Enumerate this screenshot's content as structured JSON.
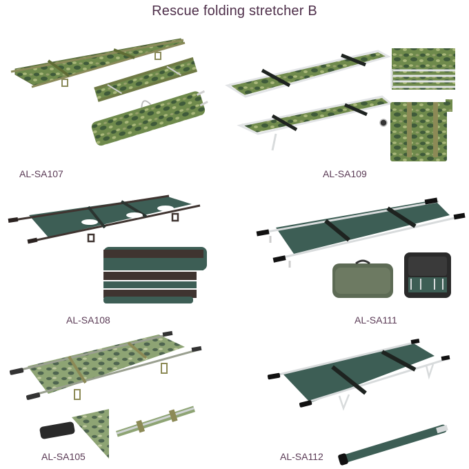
{
  "title": "Rescue folding stretcher  B",
  "products": [
    {
      "model": "AL-SA107",
      "fabric": "camouflage",
      "frame": "olive"
    },
    {
      "model": "AL-SA109",
      "fabric": "camouflage",
      "frame": "aluminium"
    },
    {
      "model": "AL-SA108",
      "fabric": "dark green",
      "frame": "brown"
    },
    {
      "model": "AL-SA111",
      "fabric": "dark green",
      "frame": "aluminium"
    },
    {
      "model": "AL-SA105",
      "fabric": "camouflage",
      "frame": "aluminium"
    },
    {
      "model": "AL-SA112",
      "fabric": "dark green",
      "frame": "aluminium"
    }
  ],
  "colors": {
    "title_text": "#4e2f4a",
    "label_text": "#5a3a55",
    "camo_base": "#6f8a4c",
    "camo_dark": "#3f5a3a",
    "camo_light": "#a9b87a",
    "green_fabric": "#3d5e55",
    "brown_frame": "#3f3430",
    "aluminium": "#d8dbdc",
    "strap": "#1e2320",
    "bag_green": "#5d6b55"
  }
}
